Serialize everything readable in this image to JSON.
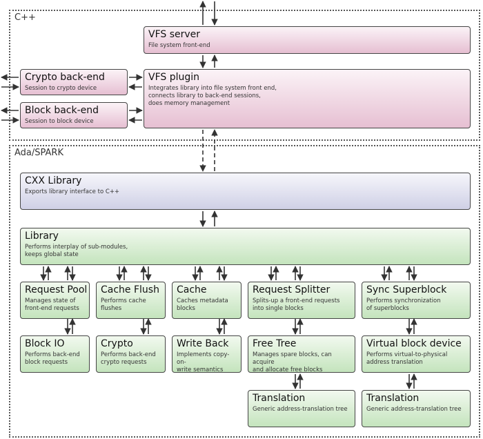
{
  "groups": {
    "cpp": "C++",
    "ada": "Ada/SPARK"
  },
  "boxes": {
    "vfs_server": {
      "title": "VFS server",
      "desc": "File system front-end"
    },
    "crypto_back": {
      "title": "Crypto back-end",
      "desc": "Session to crypto device"
    },
    "block_back": {
      "title": "Block back-end",
      "desc": "Session to block device"
    },
    "vfs_plugin": {
      "title": "VFS plugin",
      "desc": "Integrates library into file system front end,\nconnects library to back-end sessions,\ndoes memory management"
    },
    "cxx_library": {
      "title": "CXX Library",
      "desc": "Exports library interface to C++"
    },
    "library": {
      "title": "Library",
      "desc": "Performs interplay of sub-modules,\nkeeps global state"
    },
    "request_pool": {
      "title": "Request Pool",
      "desc": "Manages state of\nfront-end requests"
    },
    "cache_flush": {
      "title": "Cache Flush",
      "desc": "Performs cache\nflushes"
    },
    "cache": {
      "title": "Cache",
      "desc": "Caches metadata\nblocks"
    },
    "request_splitter": {
      "title": "Request Splitter",
      "desc": "Splits-up a front-end requests\ninto single blocks"
    },
    "sync_superblock": {
      "title": "Sync Superblock",
      "desc": "Performs synchronization\nof superblocks"
    },
    "block_io": {
      "title": "Block IO",
      "desc": "Performs back-end\nblock requests"
    },
    "crypto": {
      "title": "Crypto",
      "desc": "Performs back-end\ncrypto requests"
    },
    "write_back": {
      "title": "Write Back",
      "desc": "Implements copy-on-\nwrite semantics"
    },
    "free_tree": {
      "title": "Free Tree",
      "desc": "Manages spare blocks, can acquire\nand allocate free blocks"
    },
    "virtual_block_device": {
      "title": "Virtual block device",
      "desc": "Performs virtual-to-physical\naddress translation"
    },
    "translation_1": {
      "title": "Translation",
      "desc": "Generic address-translation tree"
    },
    "translation_2": {
      "title": "Translation",
      "desc": "Generic address-translation tree"
    }
  },
  "colors": {
    "cpp_box": "#e6bfd2",
    "cxx_box": "#cfd0e6",
    "ada_box": "#c4e4bd",
    "border": "#444444"
  }
}
